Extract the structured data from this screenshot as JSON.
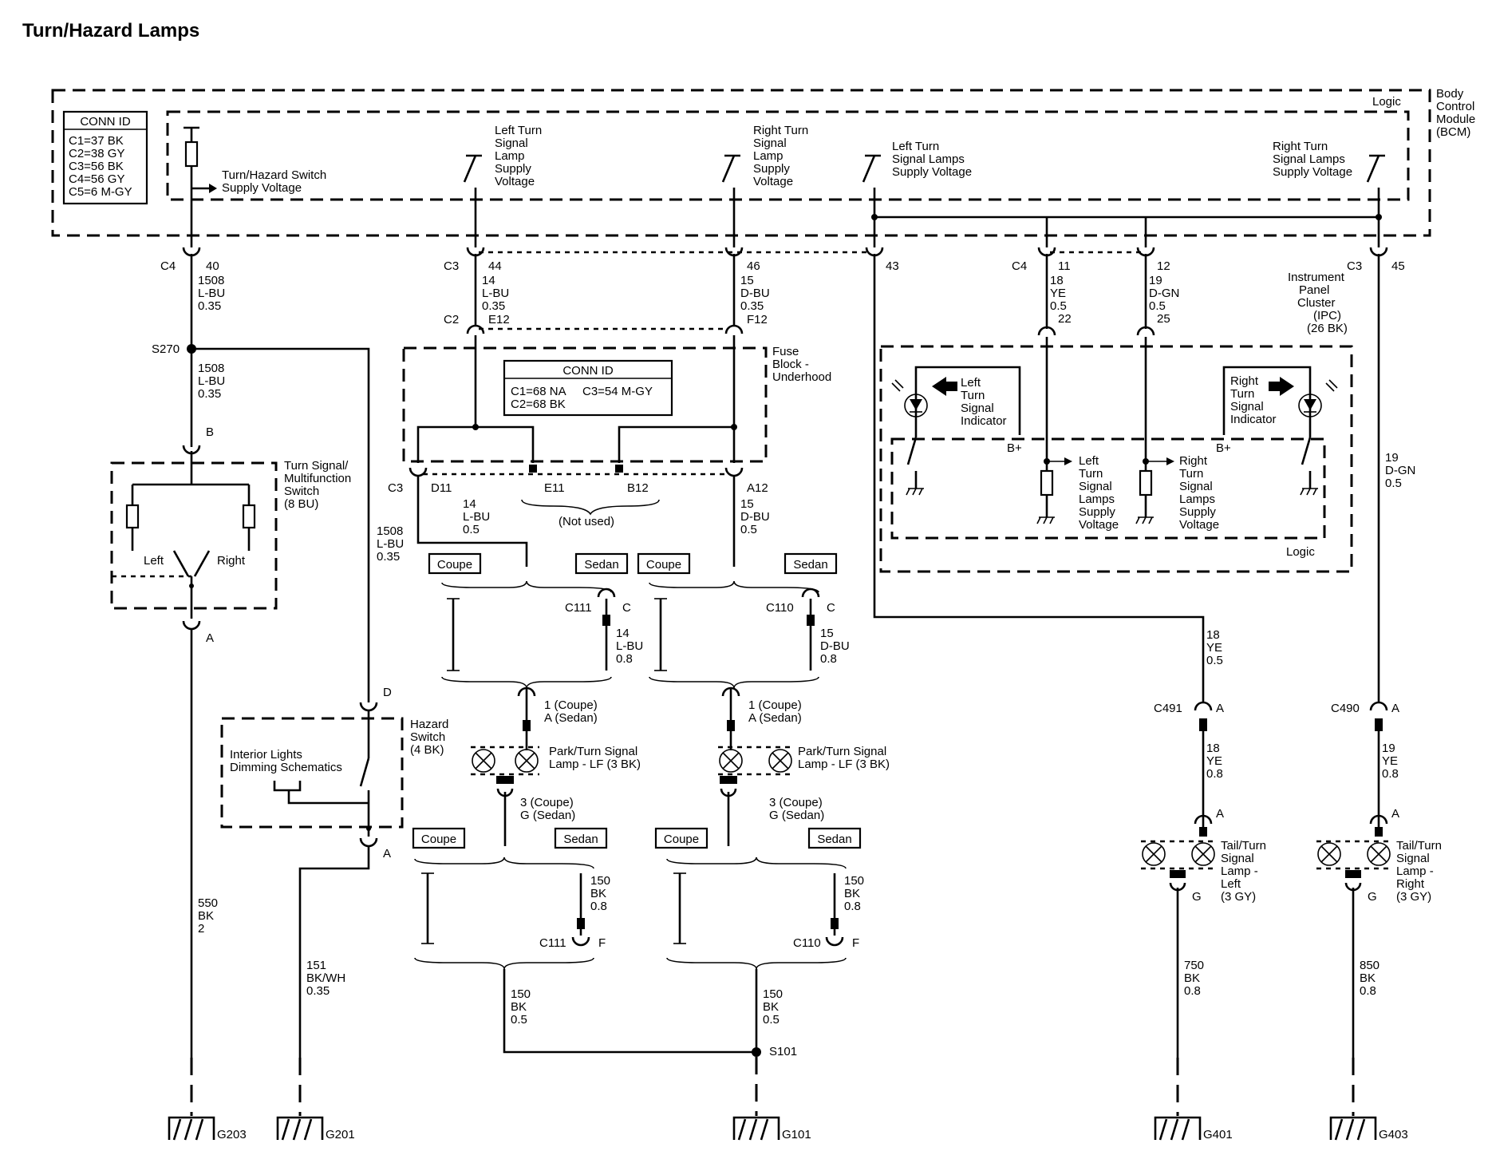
{
  "title": "Turn/Hazard Lamps",
  "bcm": {
    "name_lines": [
      "Body",
      "Control",
      "Module",
      "(BCM)"
    ],
    "logic": "Logic",
    "conn_id_title": "CONN ID",
    "conn_ids": [
      "C1=37 BK",
      "C2=38 GY",
      "C3=56 BK",
      "C4=56 GY",
      "C5=6 M-GY"
    ],
    "switch_supply_lines": [
      "Turn/Hazard Switch",
      "Supply Voltage"
    ],
    "left_turn_supply_lines": [
      "Left Turn",
      "Signal",
      "Lamp",
      "Supply",
      "Voltage"
    ],
    "right_turn_supply_lines": [
      "Right Turn",
      "Signal",
      "Lamp",
      "Supply",
      "Voltage"
    ],
    "left_lamps_supply_lines": [
      "Left Turn",
      "Signal Lamps",
      "Supply Voltage"
    ],
    "right_lamps_supply_lines": [
      "Right Turn",
      "Signal Lamps",
      "Supply Voltage"
    ]
  },
  "fuse_block": {
    "name_lines": [
      "Fuse",
      "Block -",
      "Underhood"
    ],
    "conn_id_title": "CONN ID",
    "conn_ids": [
      "C1=68 NA",
      "C3=54 M-GY",
      "C2=68 BK"
    ],
    "not_used": "(Not used)"
  },
  "ipc": {
    "name_lines": [
      "Instrument",
      "Panel",
      "Cluster",
      "(IPC)",
      "(26 BK)"
    ],
    "left_indicator_lines": [
      "Left",
      "Turn",
      "Signal",
      "Indicator"
    ],
    "right_indicator_lines": [
      "Right",
      "Turn",
      "Signal",
      "Indicator"
    ],
    "left_supply_lines": [
      "Left",
      "Turn",
      "Signal",
      "Lamps",
      "Supply",
      "Voltage"
    ],
    "right_supply_lines": [
      "Right",
      "Turn",
      "Signal",
      "Lamps",
      "Supply",
      "Voltage"
    ],
    "bplus": "B+",
    "logic": "Logic"
  },
  "turn_switch": {
    "name_lines": [
      "Turn Signal/",
      "Multifunction",
      "Switch",
      "(8 BU)"
    ],
    "left": "Left",
    "right": "Right"
  },
  "hazard_switch": {
    "name_lines": [
      "Hazard",
      "Switch",
      "(4 BK)"
    ],
    "dimming_lines": [
      "Interior Lights",
      "Dimming Schematics"
    ]
  },
  "pins": {
    "c4": "C4",
    "c3": "C3",
    "c2": "C2",
    "p40": "40",
    "p44": "44",
    "p46": "46",
    "p43": "43",
    "p11": "11",
    "p12": "12",
    "p45": "45",
    "e12": "E12",
    "f12": "F12",
    "p22": "22",
    "p25": "25",
    "d11": "D11",
    "e11": "E11",
    "b12": "B12",
    "a12": "A12",
    "s270": "S270",
    "b": "B",
    "a": "A",
    "d": "D",
    "c": "C",
    "f": "F",
    "g": "G",
    "c111": "C111",
    "c110": "C110",
    "c491": "C491",
    "c490": "C490",
    "s101": "S101"
  },
  "wires": {
    "w1508_a": [
      "1508",
      "L-BU",
      "0.35"
    ],
    "w1508_b": [
      "1508",
      "L-BU",
      "0.35"
    ],
    "w1508_c": [
      "1508",
      "L-BU",
      "0.35"
    ],
    "w14_a": [
      "14",
      "L-BU",
      "0.35"
    ],
    "w15_a": [
      "15",
      "D-BU",
      "0.35"
    ],
    "w18_a": [
      "18",
      "YE",
      "0.5"
    ],
    "w19_a": [
      "19",
      "D-GN",
      "0.5"
    ],
    "w14_b": [
      "14",
      "L-BU",
      "0.5"
    ],
    "w15_b": [
      "15",
      "D-BU",
      "0.5"
    ],
    "w19_b": [
      "19",
      "D-GN",
      "0.5"
    ],
    "w14_c": [
      "14",
      "L-BU",
      "0.8"
    ],
    "w15_c": [
      "15",
      "D-BU",
      "0.8"
    ],
    "w18_b": [
      "18",
      "YE",
      "0.5"
    ],
    "w18_c": [
      "18",
      "YE",
      "0.8"
    ],
    "w19_c": [
      "19",
      "YE",
      "0.8"
    ],
    "w550": [
      "550",
      "BK",
      "2"
    ],
    "w151": [
      "151",
      "BK/WH",
      "0.35"
    ],
    "w150_a": [
      "150",
      "BK",
      "0.8"
    ],
    "w150_b": [
      "150",
      "BK",
      "0.8"
    ],
    "w150_c": [
      "150",
      "BK",
      "0.5"
    ],
    "w150_d": [
      "150",
      "BK",
      "0.5"
    ],
    "w750": [
      "750",
      "BK",
      "0.8"
    ],
    "w850": [
      "850",
      "BK",
      "0.8"
    ]
  },
  "body_styles": {
    "coupe": "Coupe",
    "sedan": "Sedan"
  },
  "lamps": {
    "lf_pin_top": [
      "1 (Coupe)",
      "A (Sedan)"
    ],
    "lf_pin_bottom": [
      "3 (Coupe)",
      "G (Sedan)"
    ],
    "lf_lamp_a": [
      "Park/Turn Signal",
      "Lamp - LF (3 BK)"
    ],
    "lf_lamp_b": [
      "Park/Turn Signal",
      "Lamp - LF (3 BK)"
    ],
    "tail_left": [
      "Tail/Turn",
      "Signal",
      "Lamp -",
      "Left",
      "(3 GY)"
    ],
    "tail_right": [
      "Tail/Turn",
      "Signal",
      "Lamp -",
      "Right",
      "(3 GY)"
    ]
  },
  "grounds": {
    "g203": "G203",
    "g201": "G201",
    "g101": "G101",
    "g401": "G401",
    "g403": "G403"
  }
}
